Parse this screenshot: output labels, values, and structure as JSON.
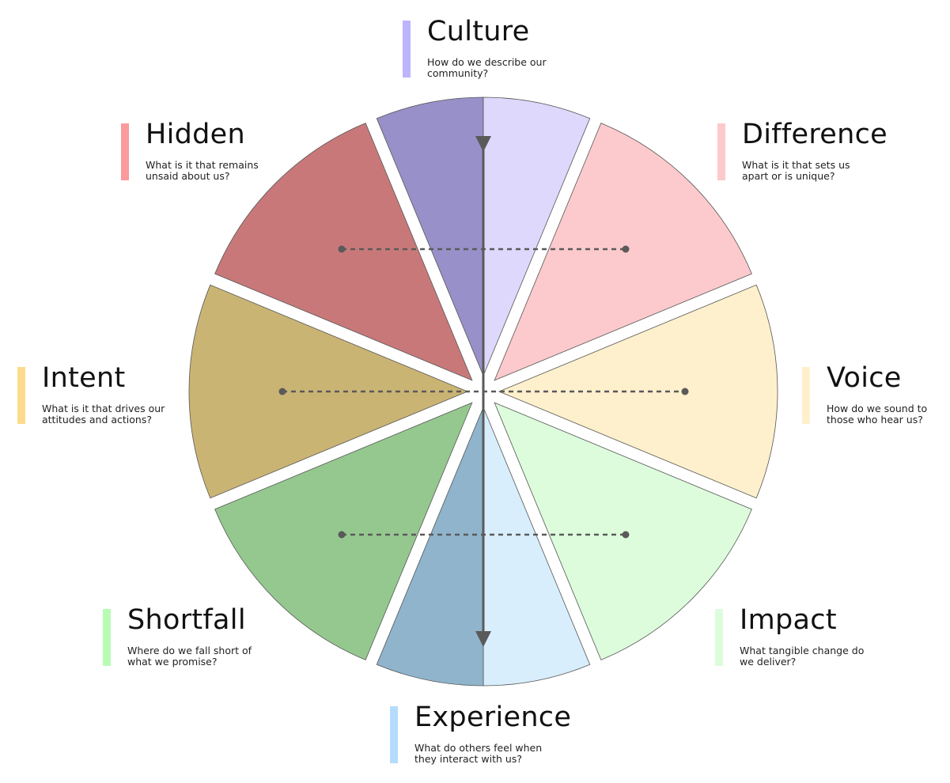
{
  "segments": [
    {
      "id": "culture",
      "title": "Culture",
      "description": "How do we describe our community?",
      "color": "#ddd8fc",
      "color_dark": "#9890c8",
      "bar_color": "#bcb4fc"
    },
    {
      "id": "difference",
      "title": "Difference",
      "description": "What is it that sets us apart or is unique?",
      "color": "#fccacc",
      "bar_color": "#fccacc"
    },
    {
      "id": "voice",
      "title": "Voice",
      "description": "How do we sound to those who hear us?",
      "color": "#fef0cc",
      "bar_color": "#fef0cc"
    },
    {
      "id": "impact",
      "title": "Impact",
      "description": "What tangible change do we deliver?",
      "color": "#ddfcdc",
      "bar_color": "#ddfcdc"
    },
    {
      "id": "experience",
      "title": "Experience",
      "description": "What do others feel when they interact with us?",
      "color": "#d8eefc",
      "color_dark": "#8fb4cc",
      "bar_color": "#b4dcfc"
    },
    {
      "id": "shortfall",
      "title": "Shortfall",
      "description": "Where do we fall short of what we promise?",
      "color": "#95c88f",
      "bar_color": "#b8fcb4"
    },
    {
      "id": "intent",
      "title": "Intent",
      "description": "What is it that drives our attitudes and actions?",
      "color": "#cab474",
      "bar_color": "#fcdc8c"
    },
    {
      "id": "hidden",
      "title": "Hidden",
      "description": "What is it that remains unsaid about us?",
      "color": "#c9787a",
      "bar_color": "#fc9a9c"
    }
  ],
  "connector_color": "#5a5a5a"
}
